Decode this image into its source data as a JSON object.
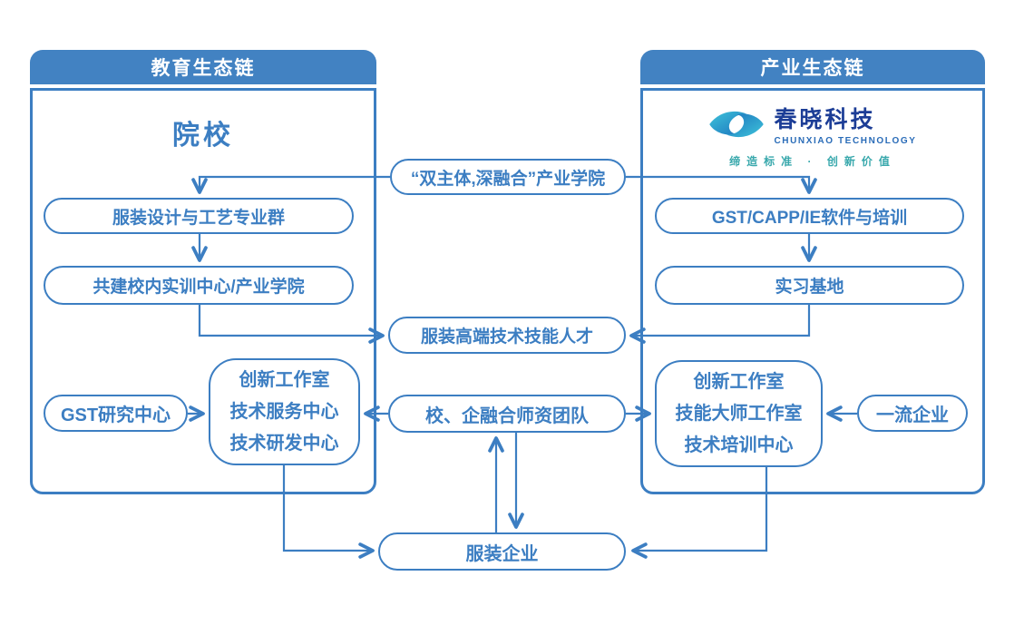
{
  "left_panel": {
    "title": "教育生态链",
    "heading": "院校",
    "box1": "服装设计与工艺专业群",
    "box2": "共建校内实训中心/产业学院",
    "gst_center": "GST研究中心",
    "center_lines": [
      "创新工作室",
      "技术服务中心",
      "技术研发中心"
    ]
  },
  "right_panel": {
    "title": "产业生态链",
    "logo": {
      "name_cn": "春晓科技",
      "name_en": "CHUNXIAO TECHNOLOGY",
      "tagline": "缔造标准 · 创新价值"
    },
    "box1": "GST/CAPP/IE软件与培训",
    "box2": "实习基地",
    "first_class": "一流企业",
    "center_lines": [
      "创新工作室",
      "技能大师工作室",
      "技术培训中心"
    ]
  },
  "center": {
    "industry_college": "“双主体,深融合”产业学院",
    "talent": "服装高端技术技能人才",
    "faculty_team": "校、企融合师资团队",
    "garment_enterprise": "服装企业"
  },
  "colors": {
    "header_bg": "#4282C2",
    "line_blue": "#3C7EC2",
    "logo_navy": "#1C3D96",
    "logo_blue": "#2A6CB8",
    "logo_teal": "#38A8AC"
  }
}
